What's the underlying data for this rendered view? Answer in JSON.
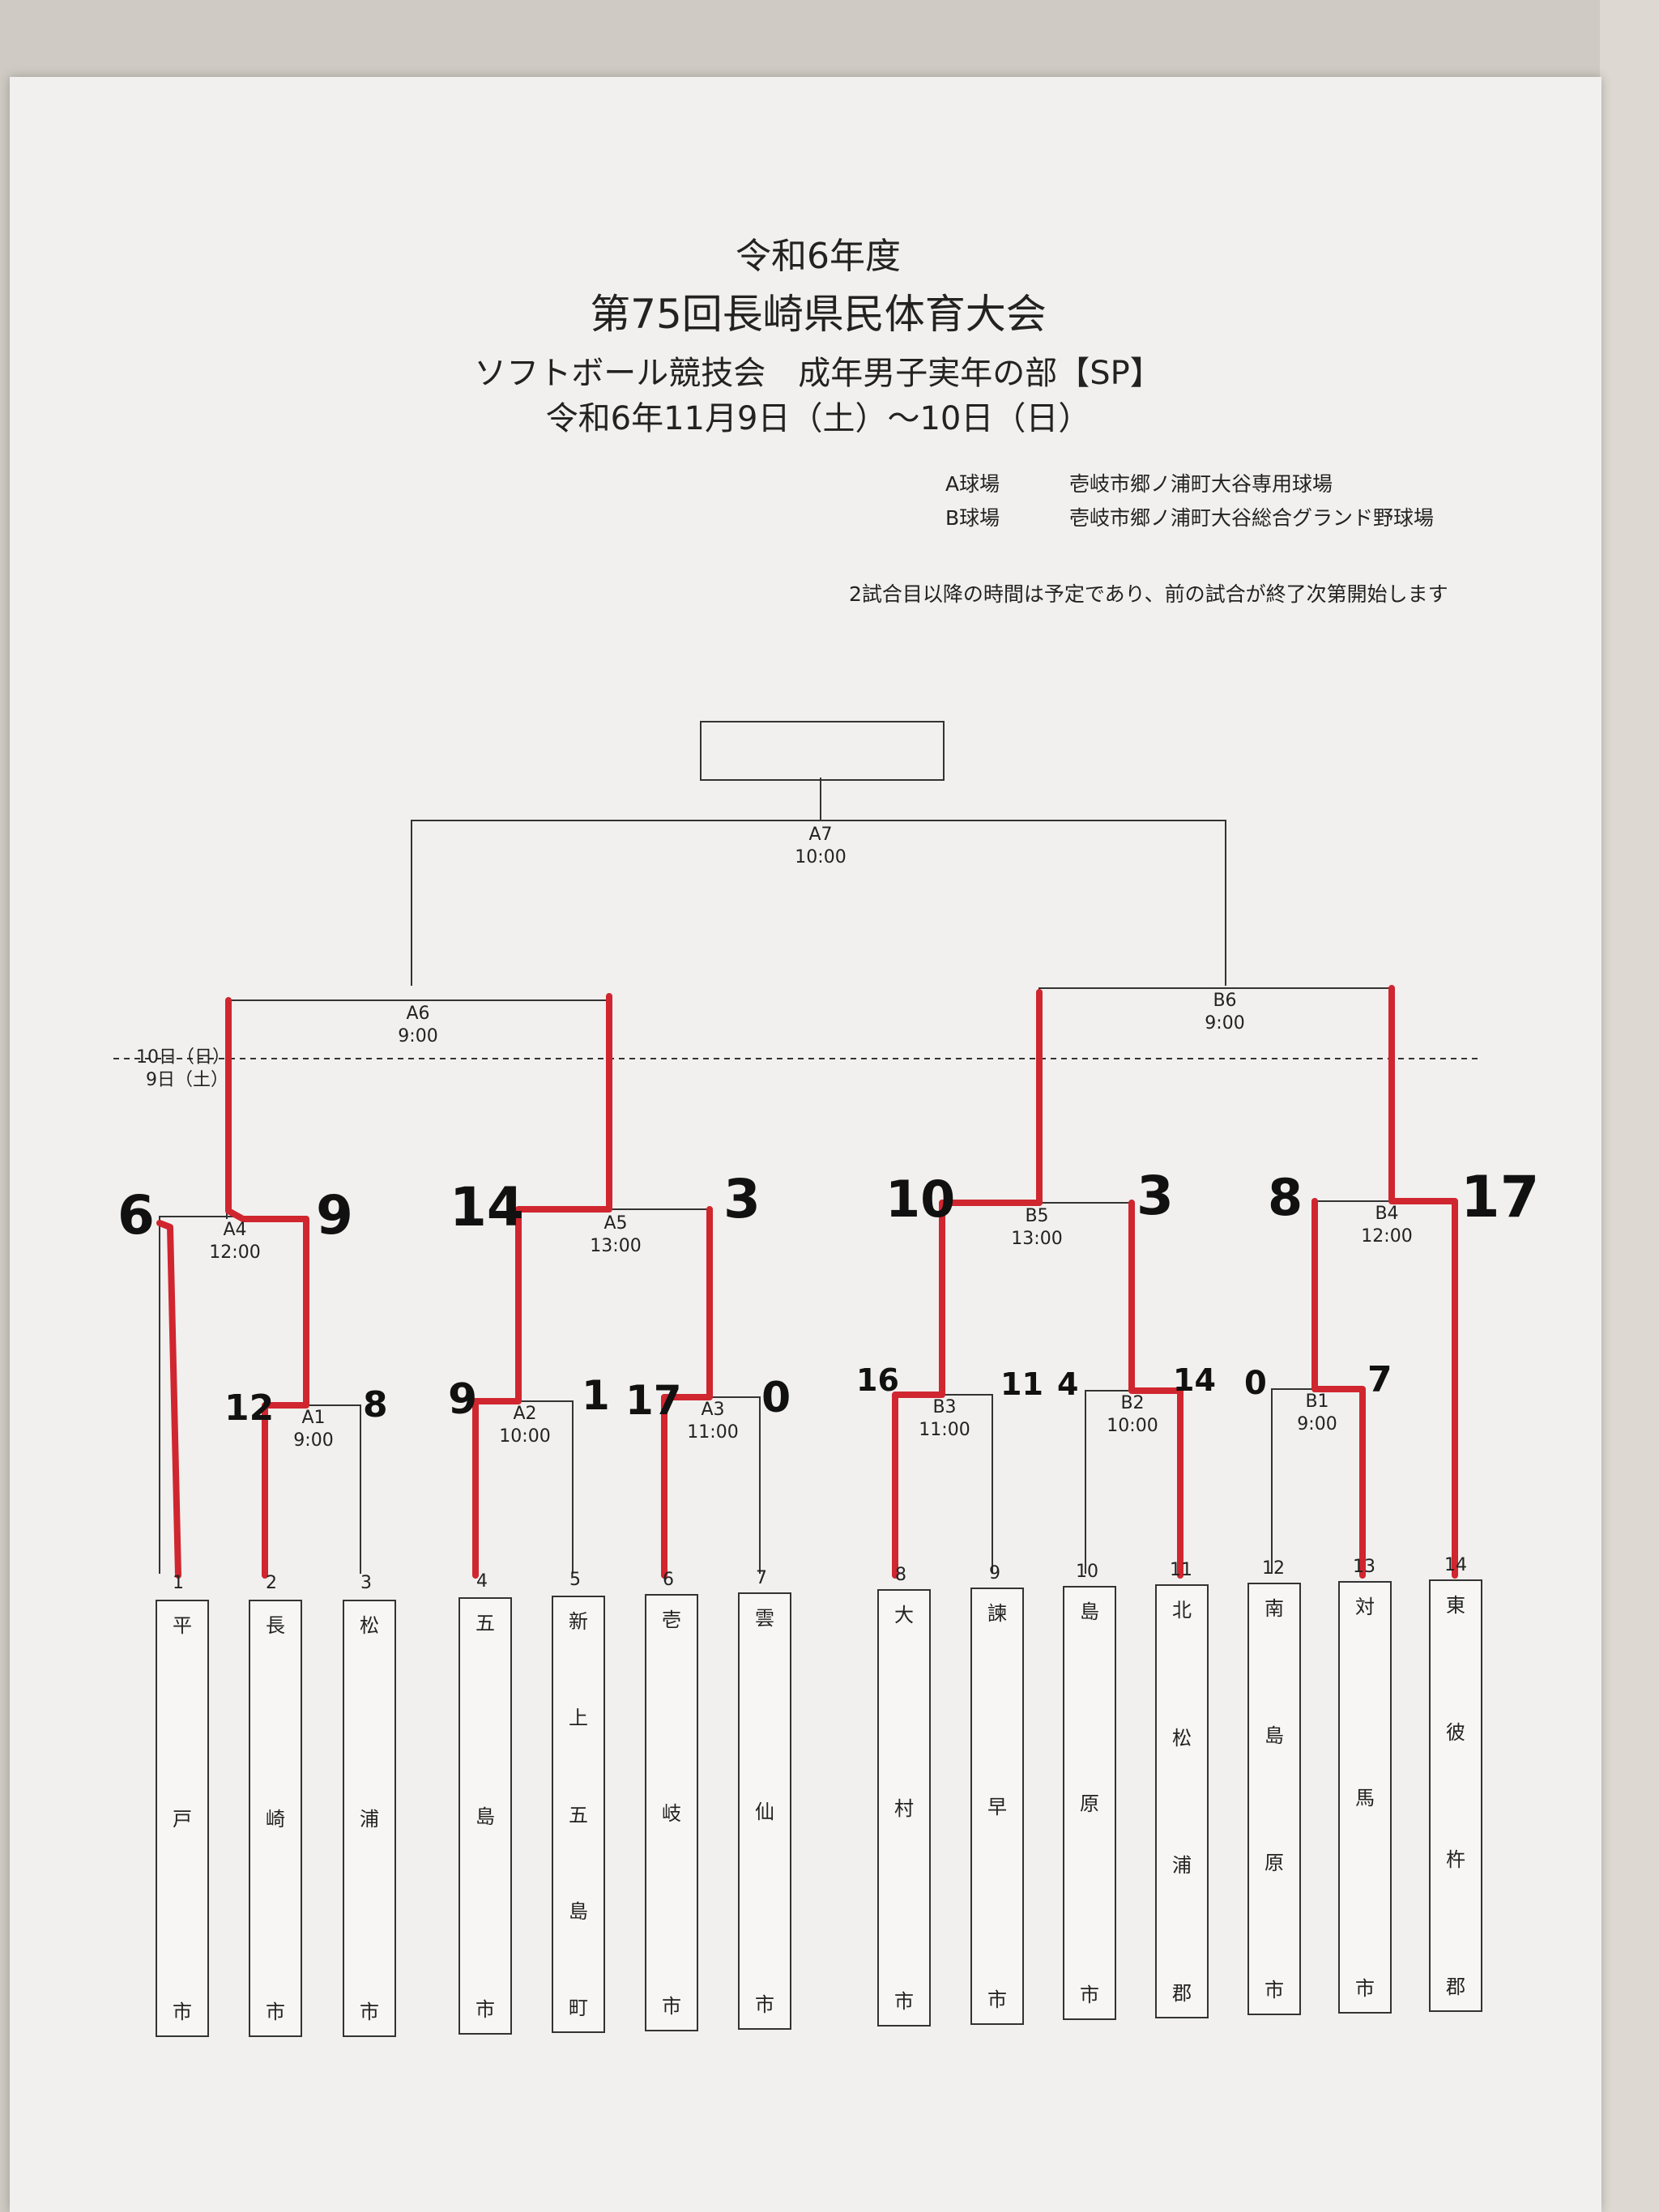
{
  "header": {
    "line1": "令和6年度",
    "line2": "第75回長崎県民体育大会",
    "line3": "ソフトボール競技会　成年男子実年の部【SP】",
    "line4": "令和6年11月9日（土）～10日（日）"
  },
  "venues": [
    {
      "code": "A球場",
      "name": "壱岐市郷ノ浦町大谷専用球場"
    },
    {
      "code": "B球場",
      "name": "壱岐市郷ノ浦町大谷総合グランド野球場"
    }
  ],
  "note": "2試合目以降の時間は予定であり、前の試合が終了次第開始します",
  "day_divider": {
    "day10": "10日（日）",
    "day9": "9日（土）"
  },
  "matches": {
    "A1": {
      "id": "A1",
      "time": "9:00"
    },
    "A2": {
      "id": "A2",
      "time": "10:00"
    },
    "A3": {
      "id": "A3",
      "time": "11:00"
    },
    "A4": {
      "id": "A4",
      "time": "12:00"
    },
    "A5": {
      "id": "A5",
      "time": "13:00"
    },
    "A6": {
      "id": "A6",
      "time": "9:00"
    },
    "A7": {
      "id": "A7",
      "time": "10:00"
    },
    "B1": {
      "id": "B1",
      "time": "9:00"
    },
    "B2": {
      "id": "B2",
      "time": "10:00"
    },
    "B3": {
      "id": "B3",
      "time": "11:00"
    },
    "B4": {
      "id": "B4",
      "time": "12:00"
    },
    "B5": {
      "id": "B5",
      "time": "13:00"
    },
    "B6": {
      "id": "B6",
      "time": "9:00"
    }
  },
  "scores": {
    "A1": [
      "12",
      "8"
    ],
    "A2": [
      "9",
      "1"
    ],
    "A3": [
      "17",
      "0"
    ],
    "A4": [
      "6",
      "9"
    ],
    "A5": [
      "14",
      "3"
    ],
    "B1": [
      "0",
      "7"
    ],
    "B2": [
      "4",
      "14"
    ],
    "B3": [
      "16",
      "11"
    ],
    "B4": [
      "8",
      "17"
    ],
    "B5": [
      "10",
      "3"
    ]
  },
  "teams": [
    {
      "num": "1",
      "top": "平",
      "mid": [
        "戸"
      ],
      "bottom": "市"
    },
    {
      "num": "2",
      "top": "長",
      "mid": [
        "崎"
      ],
      "bottom": "市"
    },
    {
      "num": "3",
      "top": "松",
      "mid": [
        "浦"
      ],
      "bottom": "市"
    },
    {
      "num": "4",
      "top": "五",
      "mid": [
        "島"
      ],
      "bottom": "市"
    },
    {
      "num": "5",
      "top": "新",
      "mid": [
        "上",
        "五",
        "島"
      ],
      "bottom": "町"
    },
    {
      "num": "6",
      "top": "壱",
      "mid": [
        "岐"
      ],
      "bottom": "市"
    },
    {
      "num": "7",
      "top": "雲",
      "mid": [
        "仙"
      ],
      "bottom": "市"
    },
    {
      "num": "8",
      "top": "大",
      "mid": [
        "村"
      ],
      "bottom": "市"
    },
    {
      "num": "9",
      "top": "諫",
      "mid": [
        "早"
      ],
      "bottom": "市"
    },
    {
      "num": "10",
      "top": "島",
      "mid": [
        "原"
      ],
      "bottom": "市"
    },
    {
      "num": "11",
      "top": "北",
      "mid": [
        "松",
        "浦"
      ],
      "bottom": "郡"
    },
    {
      "num": "12",
      "top": "南",
      "mid": [
        "島",
        "原"
      ],
      "bottom": "市"
    },
    {
      "num": "13",
      "top": "対",
      "mid": [
        "馬"
      ],
      "bottom": "市"
    },
    {
      "num": "14",
      "top": "東",
      "mid": [
        "彼",
        "杵"
      ],
      "bottom": "郡"
    }
  ],
  "colors": {
    "winner_line": "#d0262f",
    "bracket_line": "#333333"
  }
}
